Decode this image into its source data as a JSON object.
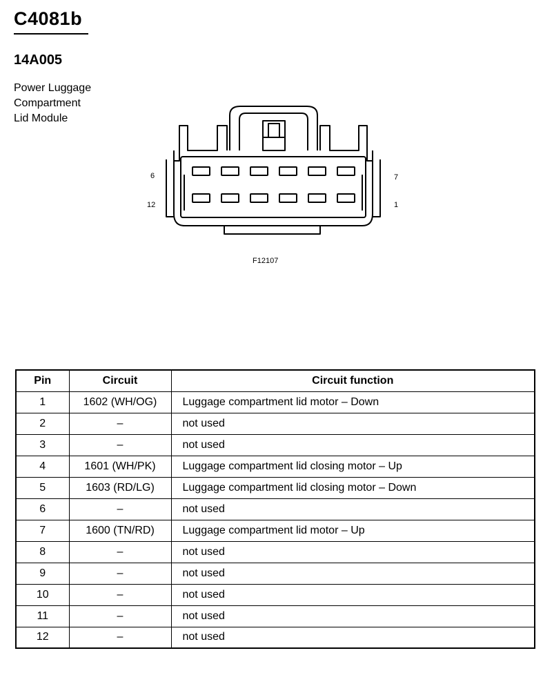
{
  "header": {
    "connector_id": "C4081b",
    "part_number": "14A005",
    "description_lines": [
      "Power Luggage",
      "Compartment",
      "Lid Module"
    ]
  },
  "figure": {
    "code": "F12107",
    "pin_labels": {
      "top_left": "6",
      "bottom_left": "12",
      "top_right": "7",
      "bottom_right": "1"
    }
  },
  "table": {
    "headers": {
      "pin": "Pin",
      "circuit": "Circuit",
      "function": "Circuit function"
    },
    "rows": [
      {
        "pin": "1",
        "circuit": "1602 (WH/OG)",
        "function": "Luggage compartment lid motor – Down"
      },
      {
        "pin": "2",
        "circuit": "–",
        "function": "not used"
      },
      {
        "pin": "3",
        "circuit": "–",
        "function": "not used"
      },
      {
        "pin": "4",
        "circuit": "1601 (WH/PK)",
        "function": "Luggage compartment lid closing motor – Up"
      },
      {
        "pin": "5",
        "circuit": "1603 (RD/LG)",
        "function": "Luggage compartment lid closing motor – Down"
      },
      {
        "pin": "6",
        "circuit": "–",
        "function": "not used"
      },
      {
        "pin": "7",
        "circuit": "1600 (TN/RD)",
        "function": "Luggage compartment lid motor – Up"
      },
      {
        "pin": "8",
        "circuit": "–",
        "function": "not used"
      },
      {
        "pin": "9",
        "circuit": "–",
        "function": "not used"
      },
      {
        "pin": "10",
        "circuit": "–",
        "function": "not used"
      },
      {
        "pin": "11",
        "circuit": "–",
        "function": "not used"
      },
      {
        "pin": "12",
        "circuit": "–",
        "function": "not used"
      }
    ]
  }
}
